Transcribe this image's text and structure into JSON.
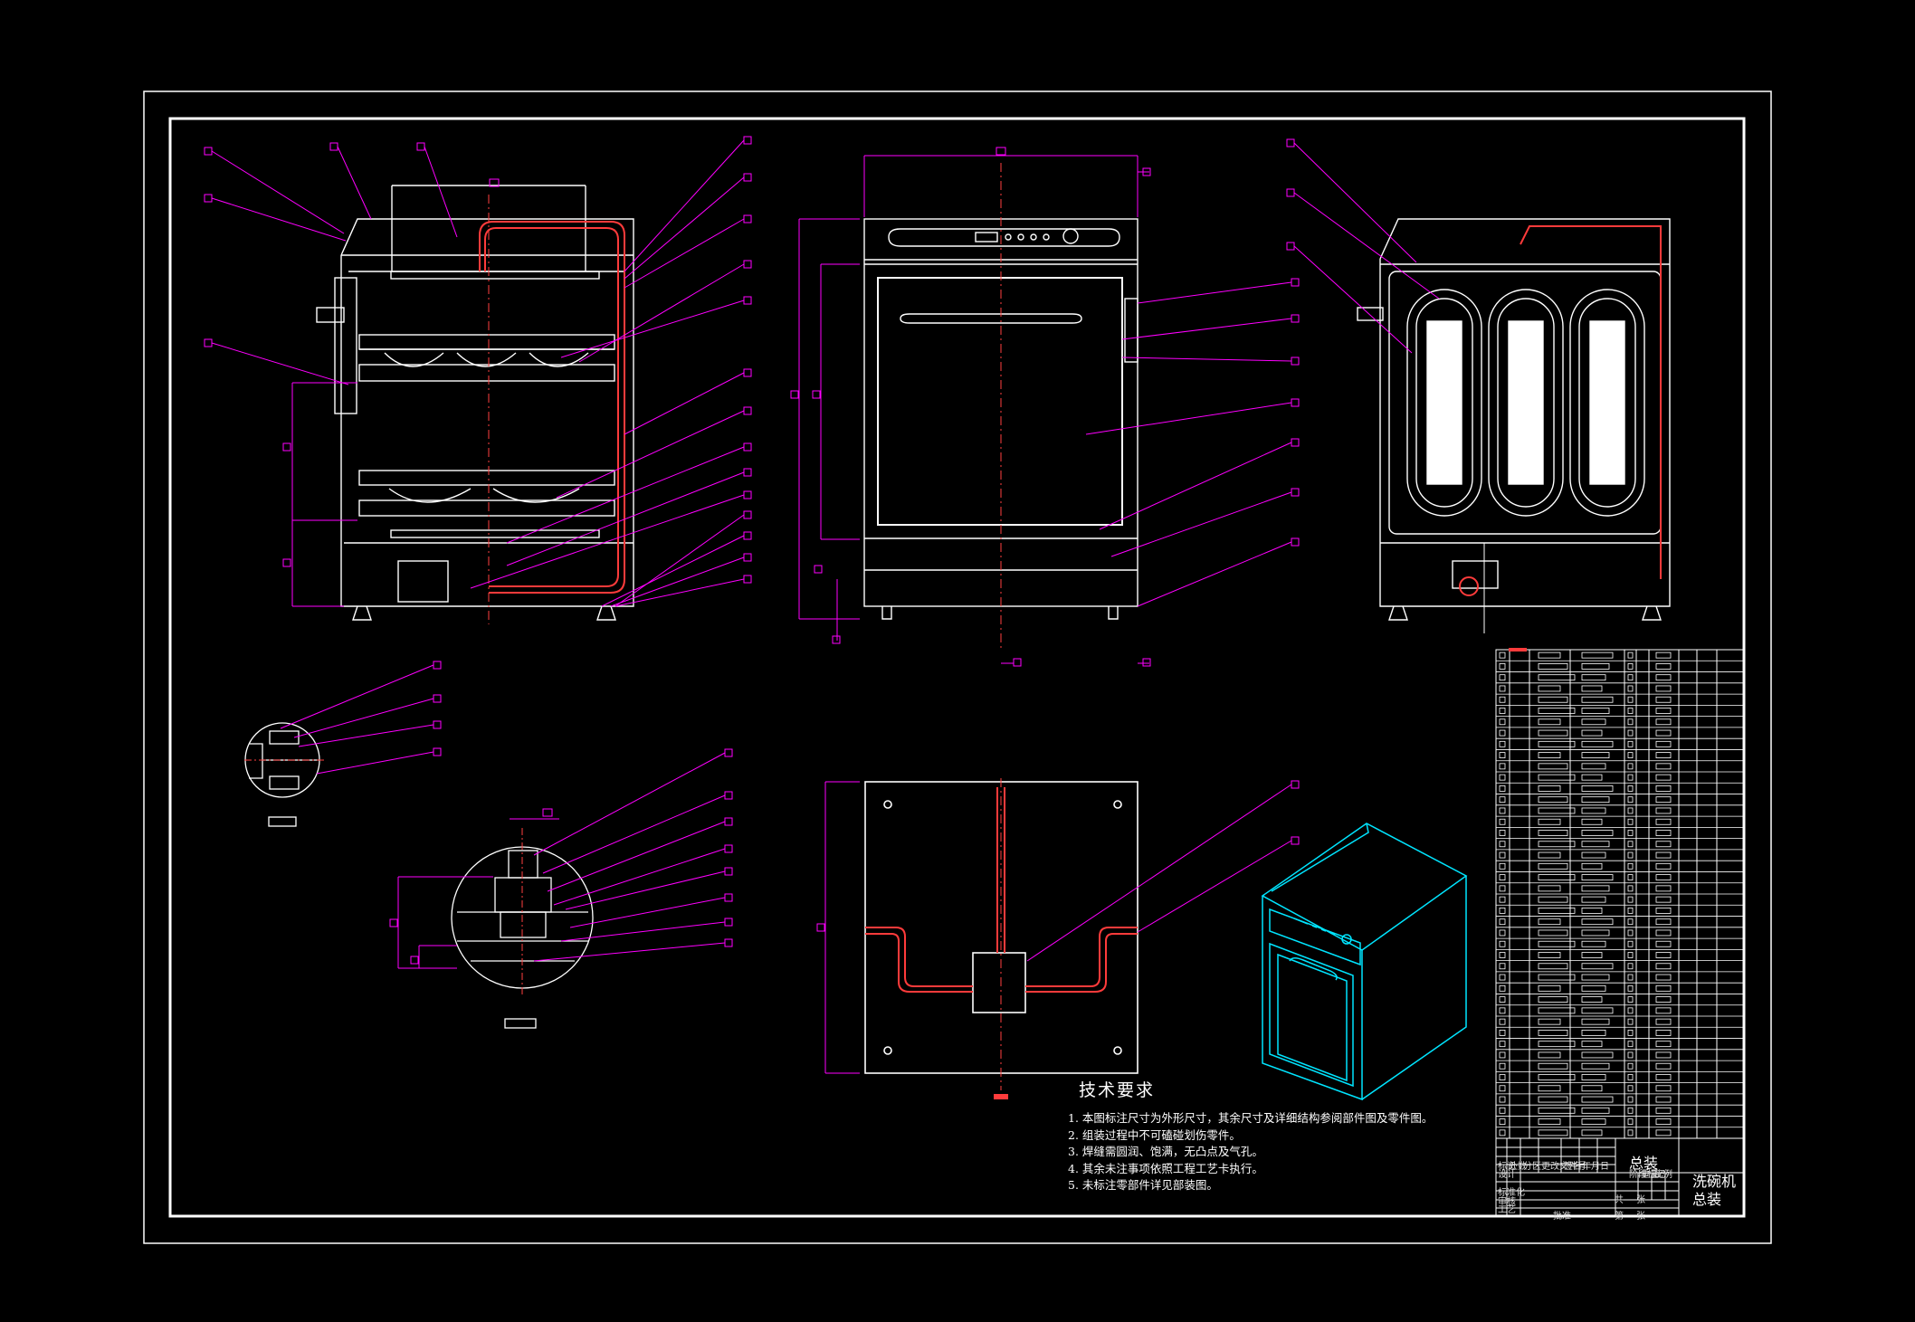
{
  "colors": {
    "background": "#000000",
    "frame": "#ffffff",
    "leader": "#ff00ff",
    "pipe": "#ff3b3b",
    "centerline": "#ff4040",
    "iso_view": "#00e5ff",
    "text": "#ffffff"
  },
  "tech_requirements": {
    "title": "技术要求",
    "items": [
      "1. 本图标注尺寸为外形尺寸，其余尺寸及详细结构参阅部件图及零件图。",
      "2. 组装过程中不可磕碰划伤零件。",
      "3. 焊缝需圆润、饱满，无凸点及气孔。",
      "4. 其余未注事项依照工程工艺卡执行。",
      "5. 未标注零部件详见部装图。"
    ]
  },
  "title_block": {
    "drawing_type": "总装",
    "drawing_name": "洗碗机总装",
    "small_labels": [
      "标记",
      "处数",
      "分区",
      "更改文件号",
      "签名",
      "年月日",
      "设计",
      "标准化",
      "阶段标记",
      "重量",
      "比例",
      "审核",
      "工艺",
      "批准",
      "共",
      "张",
      "第",
      "张"
    ]
  }
}
